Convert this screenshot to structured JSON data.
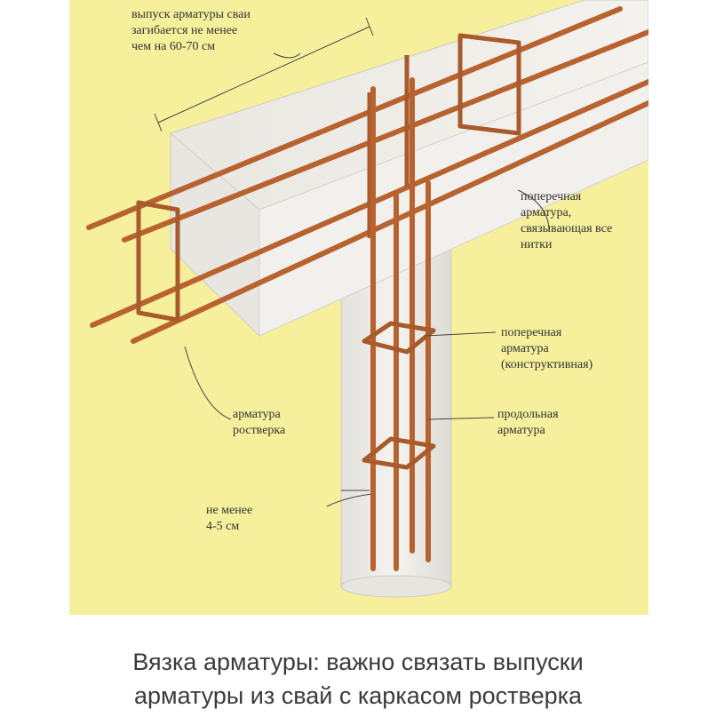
{
  "labels": {
    "top": "выпуск арматуры сваи\nзагибается не менее\nчем на 60-70 см",
    "transverse_tie": "поперечная\nарматура,\nсвязывающая все\nнитки",
    "transverse_structural": "поперечная\nарматура\n(конструктивная)",
    "longitudinal": "продольная\nарматура",
    "grillage_rebar": "арматура\nростверка",
    "min_cover": "не менее\n4-5 см"
  },
  "caption": "Вязка арматуры: важно связать выпуски\nарматуры из свай с каркасом ростверка",
  "colors": {
    "background": "#f6ef9c",
    "concrete": "#eceae4",
    "rebar": "#b8632f",
    "caption_text": "#3b3b3b"
  }
}
